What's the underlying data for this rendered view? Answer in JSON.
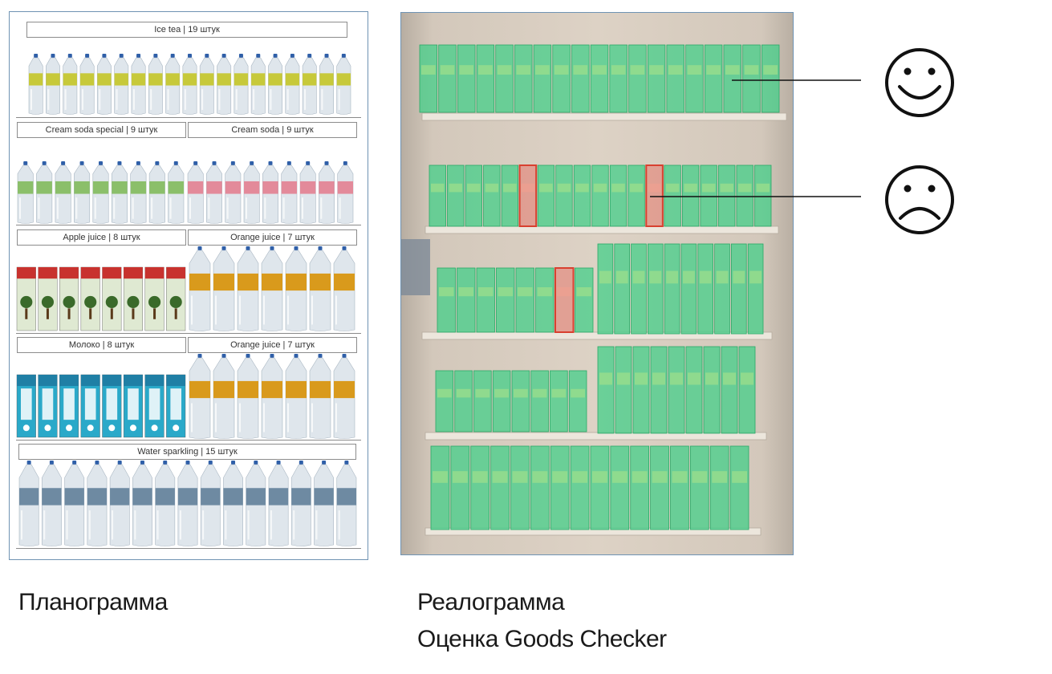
{
  "planogram": {
    "segments": [
      {
        "id": "ice-tea",
        "label": "Ice tea | 19 штук",
        "count": 19
      },
      {
        "id": "cream-soda-special",
        "label": "Cream soda special | 9 штук",
        "count": 9
      },
      {
        "id": "cream-soda",
        "label": "Cream soda | 9 штук",
        "count": 9
      },
      {
        "id": "apple-juice",
        "label": "Apple juice | 8 штук",
        "count": 8
      },
      {
        "id": "orange-juice-1",
        "label": "Orange juice | 7 штук",
        "count": 7
      },
      {
        "id": "milk",
        "label": "Молоко | 8 штук",
        "count": 8
      },
      {
        "id": "orange-juice-2",
        "label": "Orange juice | 7 штук",
        "count": 7
      },
      {
        "id": "water-sparkling",
        "label": "Water sparkling | 15 штук",
        "count": 15
      }
    ]
  },
  "realogram": {
    "status_icons": [
      {
        "name": "happy-face-icon",
        "meaning": "compliant"
      },
      {
        "name": "sad-face-icon",
        "meaning": "mismatch"
      }
    ],
    "colors": {
      "match": "#3ecf86",
      "mismatch": "#e8665a",
      "shelf": "#ece6dc"
    }
  },
  "captions": {
    "left": "Планограмма",
    "right_line1": "Реалограмма",
    "right_line2": "Оценка Goods Checker"
  }
}
